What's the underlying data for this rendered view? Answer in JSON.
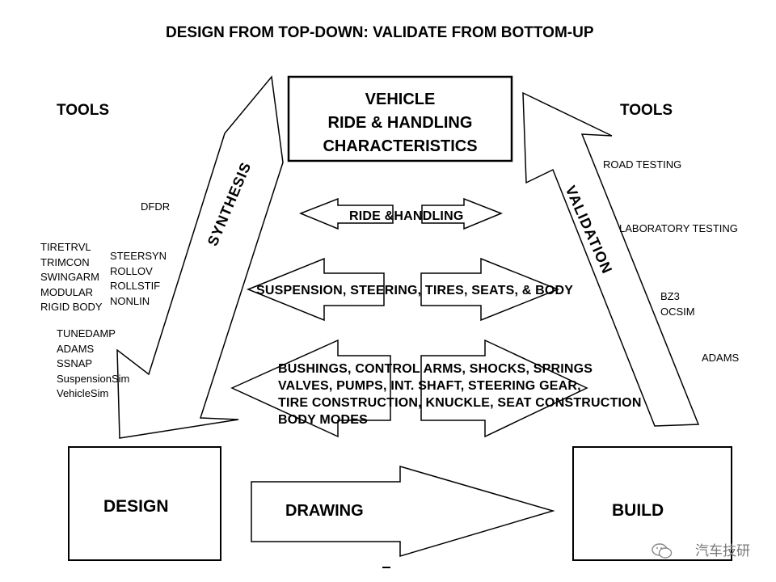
{
  "title": "DESIGN FROM TOP-DOWN: VALIDATE FROM BOTTOM-UP",
  "vehicle_box": {
    "line1": "VEHICLE",
    "line2": "RIDE & HANDLING",
    "line3": "CHARACTERISTICS"
  },
  "left_tools": {
    "header": "TOOLS",
    "dfdr": "DFDR",
    "col1": [
      "TIRETRVL",
      "TRIMCON",
      "SWINGARM",
      "MODULAR",
      "RIGID BODY"
    ],
    "col2": [
      "STEERSYN",
      "ROLLOV",
      "ROLLSTIF",
      "NONLIN"
    ],
    "col3": [
      "TUNEDAMP",
      "ADAMS",
      "SSNAP",
      "SuspensionSim",
      "VehicleSim"
    ]
  },
  "right_tools": {
    "header": "TOOLS",
    "road_testing": "ROAD TESTING",
    "laboratory_testing": "LABORATORY TESTING",
    "sims": [
      "BZ3",
      "OCSIM"
    ],
    "adams": "ADAMS"
  },
  "synthesis_label": "SYNTHESIS",
  "validation_label": "VALIDATION",
  "levels": {
    "ride_handling": "RIDE &HANDLING",
    "systems": "SUSPENSION, STEERING, TIRES, SEATS, & BODY",
    "components": [
      "BUSHINGS, CONTROL ARMS, SHOCKS, SPRINGS",
      "VALVES, PUMPS, INT. SHAFT, STEERING GEAR,",
      "TIRE CONSTRUCTION, KNUCKLE, SEAT CONSTRUCTION",
      "BODY MODES"
    ]
  },
  "design_label": "DESIGN",
  "drawing_label": "DRAWING",
  "build_label": "BUILD",
  "watermark": "汽车技研"
}
